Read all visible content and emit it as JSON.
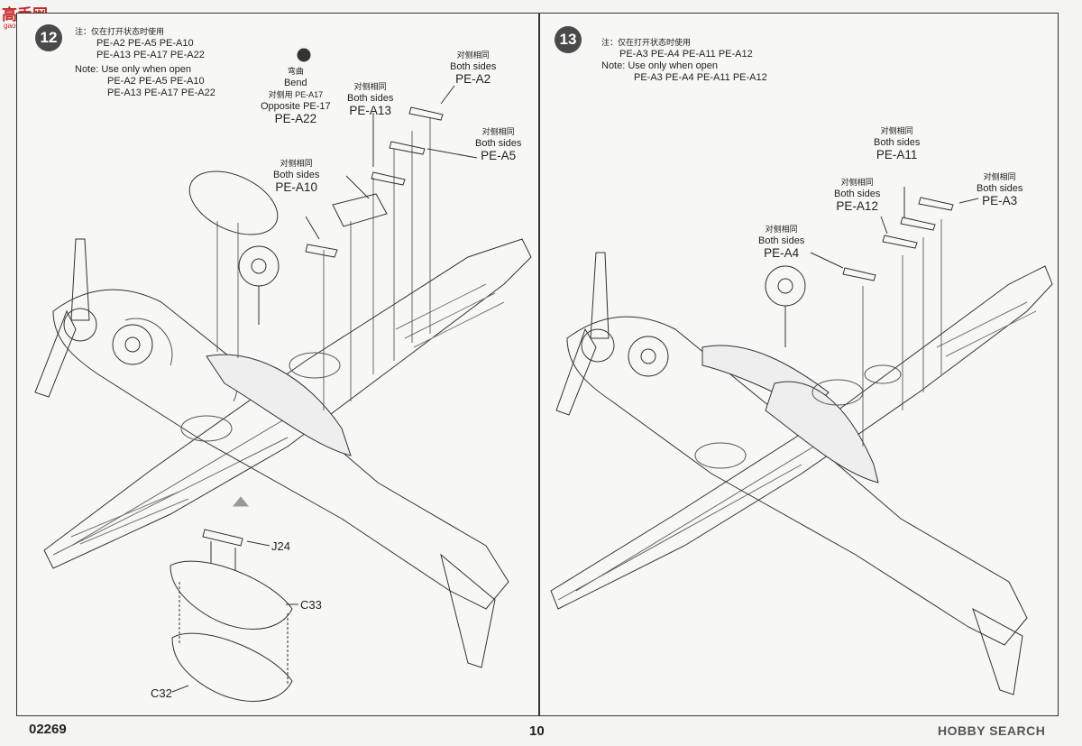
{
  "watermark": {
    "site_logo": "高手网",
    "site_url": "gaoshou.com",
    "brand": "HOBBY SEARCH"
  },
  "footer": {
    "code": "02269",
    "page": "10"
  },
  "step12": {
    "number": "12",
    "note_cn": "注：仅在打开状态时使用",
    "note_cn_parts": [
      "PE-A2 PE-A5 PE-A10",
      "PE-A13 PE-A17 PE-A22"
    ],
    "note_en_label": "Note:",
    "note_en": "Use only when open",
    "note_en_parts": [
      "PE-A2 PE-A5 PE-A10",
      "PE-A13 PE-A17 PE-A22"
    ],
    "callouts": {
      "bend": {
        "cn": "弯曲",
        "en": "Bend",
        "opp_cn": "对侧用 PE-A17",
        "opp_en": "Opposite PE-17",
        "part": "PE-A22"
      },
      "a13": {
        "cn": "对侧相同",
        "en": "Both sides",
        "part": "PE-A13"
      },
      "a2": {
        "cn": "对侧相同",
        "en": "Both sides",
        "part": "PE-A2"
      },
      "a5": {
        "cn": "对侧相同",
        "en": "Both sides",
        "part": "PE-A5"
      },
      "a10": {
        "cn": "对侧相同",
        "en": "Both sides",
        "part": "PE-A10"
      }
    },
    "parts": {
      "j24": "J24",
      "c33": "C33",
      "c32": "C32"
    }
  },
  "step13": {
    "number": "13",
    "note_cn": "注：仅在打开状态时使用",
    "note_cn_parts": "PE-A3 PE-A4 PE-A11 PE-A12",
    "note_en_label": "Note:",
    "note_en": "Use only when open",
    "note_en_parts": "PE-A3 PE-A4 PE-A11 PE-A12",
    "callouts": {
      "a11": {
        "cn": "对侧相同",
        "en": "Both sides",
        "part": "PE-A11"
      },
      "a3": {
        "cn": "对侧相同",
        "en": "Both sides",
        "part": "PE-A3"
      },
      "a12": {
        "cn": "对侧相同",
        "en": "Both sides",
        "part": "PE-A12"
      },
      "a4": {
        "cn": "对侧相同",
        "en": "Both sides",
        "part": "PE-A4"
      }
    }
  }
}
